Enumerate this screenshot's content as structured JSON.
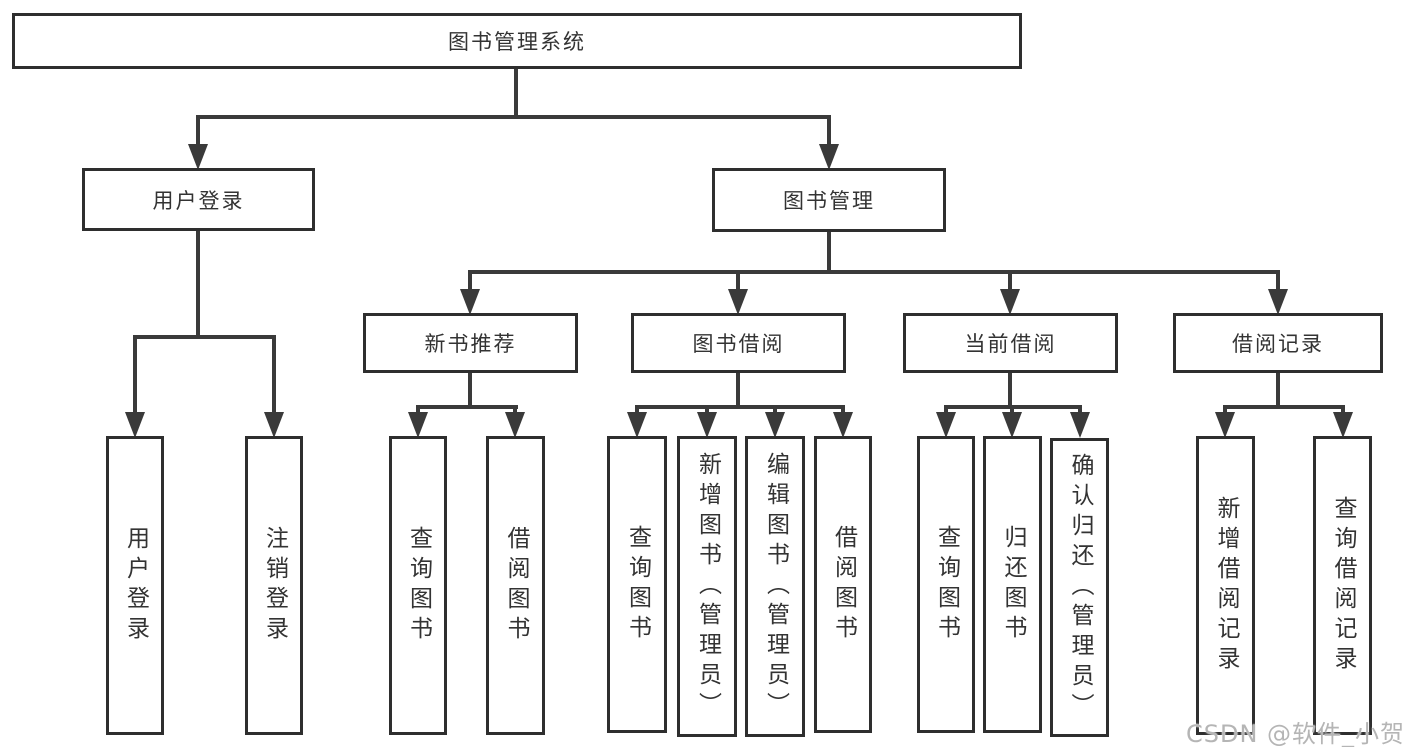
{
  "diagram": {
    "root": {
      "label": "图书管理系统"
    },
    "branches": [
      {
        "label": "用户登录",
        "children": [
          {
            "label": "用户登录"
          },
          {
            "label": "注销登录"
          }
        ]
      },
      {
        "label": "图书管理",
        "sections": [
          {
            "label": "新书推荐",
            "children": [
              {
                "label": "查询图书"
              },
              {
                "label": "借阅图书"
              }
            ]
          },
          {
            "label": "图书借阅",
            "children": [
              {
                "label": "查询图书"
              },
              {
                "label": "新增图书（管理员）"
              },
              {
                "label": "编辑图书（管理员）"
              },
              {
                "label": "借阅图书"
              }
            ]
          },
          {
            "label": "当前借阅",
            "children": [
              {
                "label": "查询图书"
              },
              {
                "label": "归还图书"
              },
              {
                "label": "确认归还（管理员）"
              }
            ]
          },
          {
            "label": "借阅记录",
            "children": [
              {
                "label": "新增借阅记录"
              },
              {
                "label": "查询借阅记录"
              }
            ]
          }
        ]
      }
    ]
  },
  "watermark": "CSDN @软件_小贺同学",
  "colors": {
    "line": "#3a3a3a",
    "border": "#2e2e2e",
    "text": "#333333",
    "watermark_text": "#b5b5b5",
    "background": "#ffffff"
  }
}
